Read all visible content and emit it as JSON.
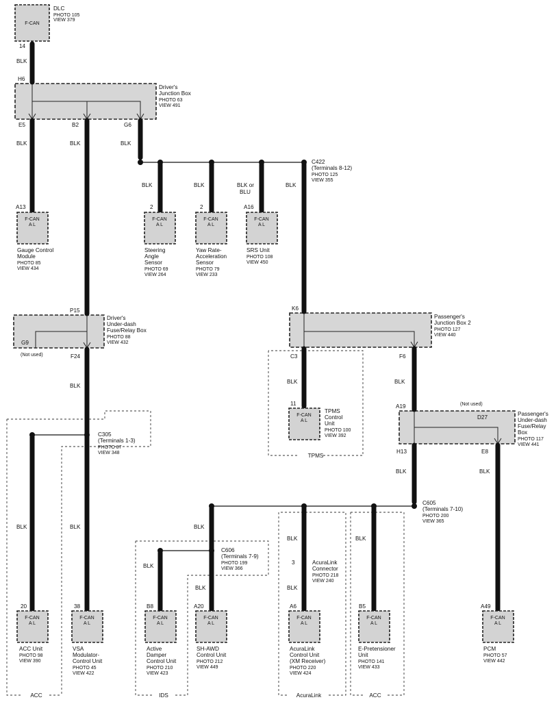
{
  "modules": {
    "dlc": {
      "can": "F-CAN",
      "al": "",
      "name": "DLC",
      "photo": "PHOTO 105",
      "view": "VIEW 379",
      "pin": "14"
    },
    "gauge": {
      "can": "F-CAN",
      "al": "A L",
      "pin": "A13",
      "name1": "Gauge Control",
      "name2": "Module",
      "photo": "PHOTO 85",
      "view": "VIEW 434"
    },
    "steer": {
      "can": "F-CAN",
      "al": "A L",
      "pin": "2",
      "name1": "Steering",
      "name2": "Angle",
      "name3": "Sensor",
      "photo": "PHOTO 69",
      "view": "VIEW 264"
    },
    "yaw": {
      "can": "F-CAN",
      "al": "A L",
      "pin": "2",
      "name1": "Yaw Rate-",
      "name2": "Acceleration",
      "name3": "Sensor",
      "photo": "PHOTO 79",
      "view": "VIEW 233"
    },
    "srs": {
      "can": "F-CAN",
      "al": "A L",
      "pin": "A16",
      "name1": "SRS Unit",
      "photo": "PHOTO 108",
      "view": "VIEW 450"
    },
    "tpms": {
      "can": "F-CAN",
      "al": "A L",
      "pin": "11",
      "name1": "TPMS",
      "name2": "Control",
      "name3": "Unit",
      "photo": "PHOTO 100",
      "view": "VIEW 392"
    },
    "acc": {
      "can": "F-CAN",
      "al": "A L",
      "pin": "20",
      "name1": "ACC Unit",
      "photo": "PHOTO 98",
      "view": "VIEW 390"
    },
    "vsa": {
      "can": "F-CAN",
      "al": "A L",
      "pin": "38",
      "name1": "VSA",
      "name2": "Modulator-",
      "name3": "Control Unit",
      "photo": "PHOTO 45",
      "view": "VIEW 422"
    },
    "damper": {
      "can": "F-CAN",
      "al": "A L",
      "pin": "B8",
      "name1": "Active",
      "name2": "Damper",
      "name3": "Control Unit",
      "photo": "PHOTO 210",
      "view": "VIEW 423"
    },
    "shawd": {
      "can": "F-CAN",
      "al": "A L",
      "pin": "A20",
      "name1": "SH-AWD",
      "name2": "Control Unit",
      "photo": "PHOTO 212",
      "view": "VIEW 449"
    },
    "acuralink": {
      "can": "F-CAN",
      "al": "A L",
      "pin": "A6",
      "name1": "AcuraLink",
      "name2": "Control Unit",
      "name3": "(XM Receiver)",
      "photo": "PHOTO 220",
      "view": "VIEW 424"
    },
    "epret": {
      "can": "F-CAN",
      "al": "A L",
      "pin": "B5",
      "name1": "E-Pretensioner",
      "name2": "Unit",
      "photo": "PHOTO 141",
      "view": "VIEW 433"
    },
    "pcm": {
      "can": "F-CAN",
      "al": "A L",
      "pin": "A49",
      "name1": "PCM",
      "photo": "PHOTO 57",
      "view": "VIEW 442"
    }
  },
  "boxes": {
    "djb": {
      "name1": "Driver's",
      "name2": "Junction Box",
      "photo": "PHOTO 63",
      "view": "VIEW 491",
      "pin_top": "H6",
      "pins": [
        "E5",
        "B2",
        "G6"
      ]
    },
    "dufr": {
      "name1": "Driver's",
      "name2": "Under-dash",
      "name3": "Fuse/Relay Box",
      "photo": "PHOTO 88",
      "view": "VIEW 432",
      "pin_top": "P15",
      "pin_unused": "G9",
      "pin_bottom": "F24",
      "not_used": "(Not used)"
    },
    "pjb": {
      "name1": "Passenger's",
      "name2": "Junction Box 2",
      "photo": "PHOTO 127",
      "view": "VIEW 440",
      "pin_top": "K6",
      "pin_bottom": "F6"
    },
    "pufr": {
      "name1": "Passenger's",
      "name2": "Under-dash",
      "name3": "Fuse/Relay",
      "name4": "Box",
      "photo": "PHOTO 117",
      "view": "VIEW 441",
      "pin_top": "A19",
      "pin_unused": "D27",
      "pin_left": "H13",
      "pin_right": "E8",
      "not_used": "(Not used)"
    }
  },
  "connectors": {
    "c422": {
      "name": "C422",
      "terms": "(Terminals 8-12)",
      "photo": "PHOTO 125",
      "view": "VIEW 355"
    },
    "c305": {
      "name": "C305",
      "terms": "(Terminals 1-3)",
      "photo": "PHOTO 87",
      "view": "VIEW 348"
    },
    "c605": {
      "name": "C605",
      "terms": "(Terminals 7-10)",
      "photo": "PHOTO 200",
      "view": "VIEW 365"
    },
    "c606": {
      "name": "C606",
      "terms": "(Terminals 7-9)",
      "photo": "PHOTO 199",
      "view": "VIEW 366"
    },
    "alconn": {
      "pin": "3",
      "name1": "AcuraLink",
      "name2": "Connector",
      "photo": "PHOTO 218",
      "view": "VIEW 240"
    },
    "tpms_c3": "C3"
  },
  "wires": {
    "blk": "BLK",
    "blk_or": "BLK or",
    "blu": "BLU"
  },
  "groups": {
    "tpms": "TPMS",
    "acc_left": "ACC",
    "ids": "IDS",
    "acuralink": "AcuraLink",
    "acc_right": "ACC"
  }
}
